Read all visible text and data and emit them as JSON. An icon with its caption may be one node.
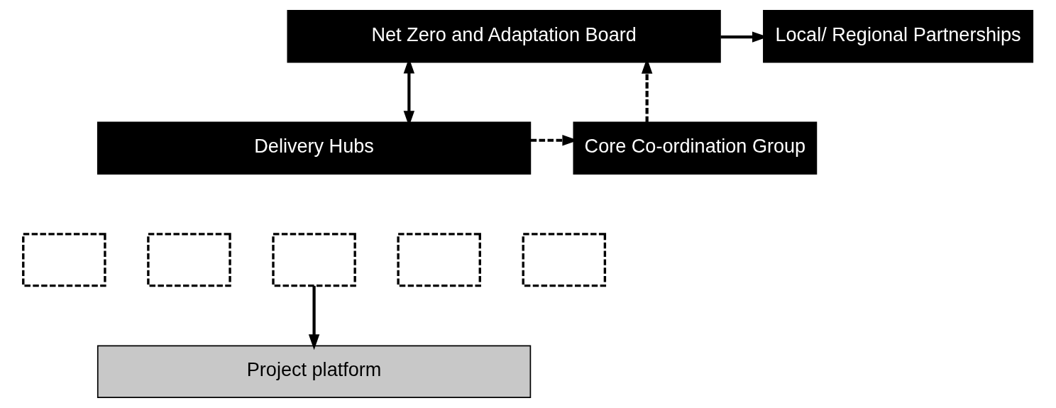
{
  "diagram": {
    "nodes": [
      {
        "text": [
          "Net Zero and Adaptation Board"
        ]
      },
      {
        "text": [
          "Local/ Regional Partnerships"
        ]
      },
      {
        "text": [
          "Delivery Hubs"
        ]
      },
      {
        "text": [],
        "shape": "box"
      },
      {
        "text": [],
        "shape": "box"
      },
      {
        "text": [],
        "shape": "box"
      },
      {
        "text": [],
        "shape": "box"
      },
      {
        "text": [],
        "shape": "box"
      },
      {
        "text": [
          "Core Co-ordination Group"
        ]
      },
      {
        "text": [
          "Project platform"
        ]
      }
    ],
    "edges": [
      {
        "from": 0,
        "to": 1,
        "arrow": "to"
      },
      {
        "from": 8,
        "to": 0,
        "arrow": "to",
        "style": "dashed"
      },
      {
        "from": 0,
        "to": 2,
        "arrow": "both"
      },
      {
        "from": 2,
        "to": 8,
        "arrow": "to",
        "style": "dashed"
      },
      {
        "from": 5,
        "to": 9,
        "arrow": "to"
      }
    ]
  }
}
